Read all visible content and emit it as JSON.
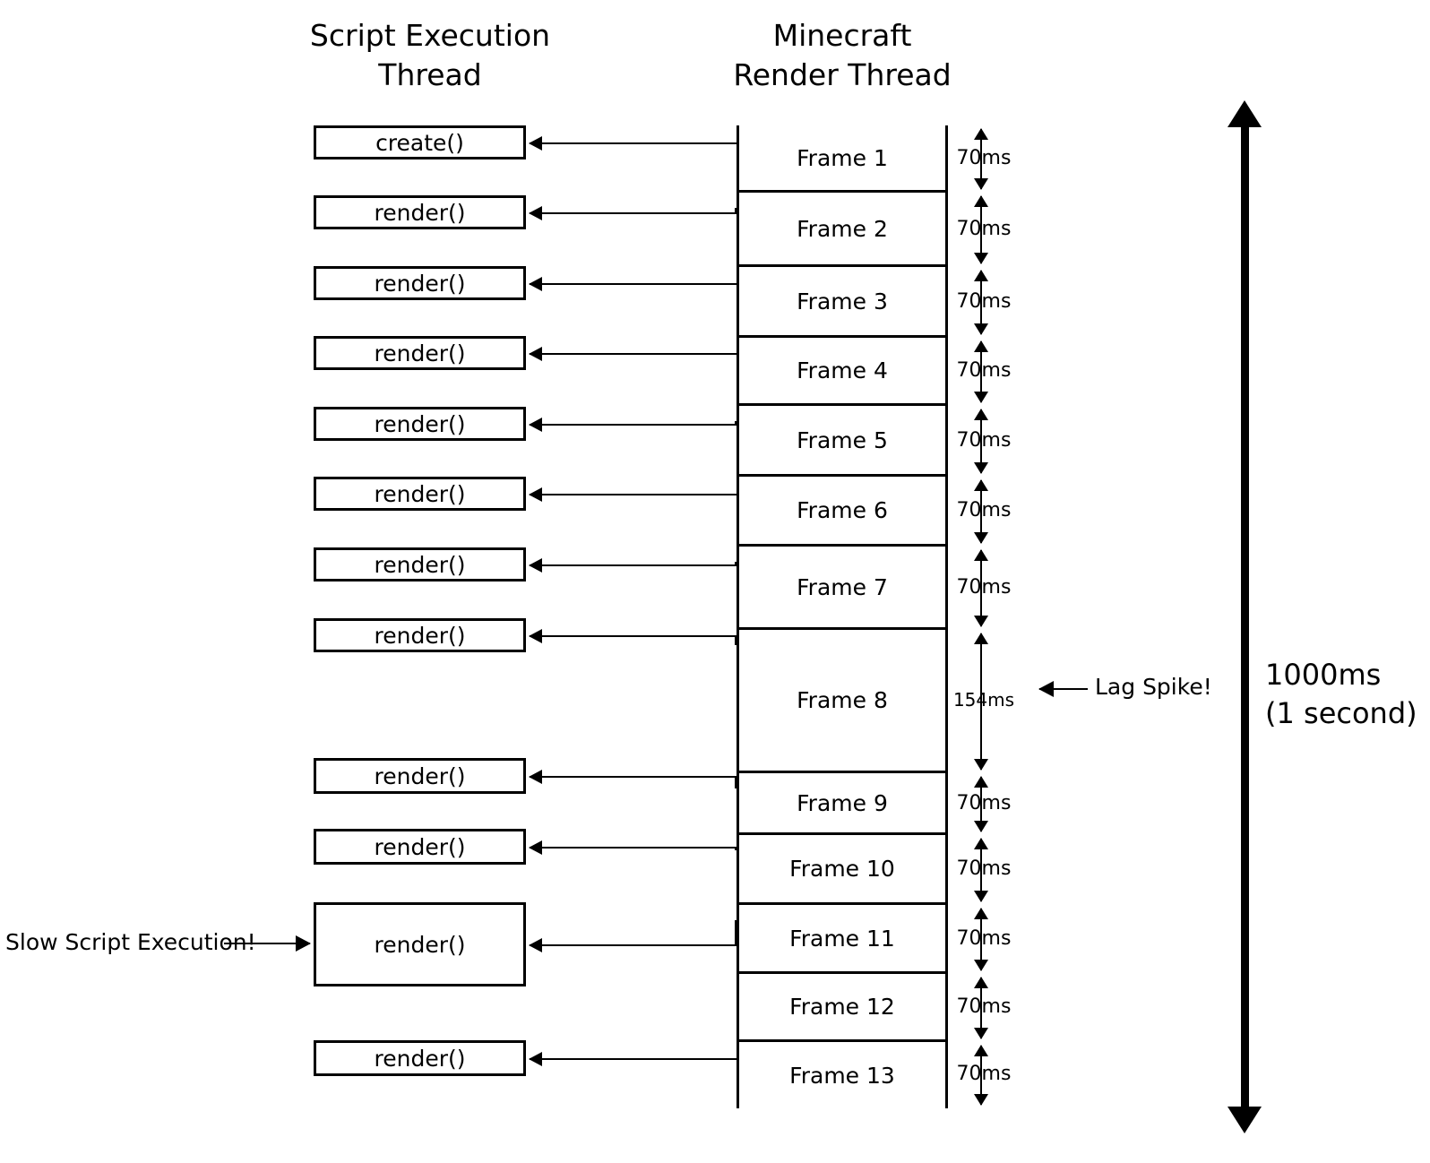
{
  "columns": {
    "script_thread_title": "Script Execution\nThread",
    "render_thread_title": "Minecraft\nRender Thread"
  },
  "script_calls": [
    {
      "label": "create()",
      "tall": false
    },
    {
      "label": "render()",
      "tall": false
    },
    {
      "label": "render()",
      "tall": false
    },
    {
      "label": "render()",
      "tall": false
    },
    {
      "label": "render()",
      "tall": false
    },
    {
      "label": "render()",
      "tall": false
    },
    {
      "label": "render()",
      "tall": false
    },
    {
      "label": "render()",
      "tall": false
    },
    {
      "label": "render()",
      "tall": false
    },
    {
      "label": "render()",
      "tall": false
    },
    {
      "label": "render()",
      "tall": true
    },
    {
      "label": "render()",
      "tall": false
    }
  ],
  "frames": [
    {
      "label": "Frame 1",
      "duration": "70ms"
    },
    {
      "label": "Frame 2",
      "duration": "70ms"
    },
    {
      "label": "Frame 3",
      "duration": "70ms"
    },
    {
      "label": "Frame 4",
      "duration": "70ms"
    },
    {
      "label": "Frame 5",
      "duration": "70ms"
    },
    {
      "label": "Frame 6",
      "duration": "70ms"
    },
    {
      "label": "Frame 7",
      "duration": "70ms"
    },
    {
      "label": "Frame 8",
      "duration": "154ms"
    },
    {
      "label": "Frame 9",
      "duration": "70ms"
    },
    {
      "label": "Frame 10",
      "duration": "70ms"
    },
    {
      "label": "Frame 11",
      "duration": "70ms"
    },
    {
      "label": "Frame 12",
      "duration": "70ms"
    },
    {
      "label": "Frame 13",
      "duration": "70ms"
    }
  ],
  "annotations": {
    "lag_spike": "Lag Spike!",
    "slow_script": "Slow Script Execution!"
  },
  "total_duration": {
    "label": "1000ms\n(1 second)"
  },
  "colors": {
    "stroke": "#000000",
    "background": "#ffffff"
  }
}
